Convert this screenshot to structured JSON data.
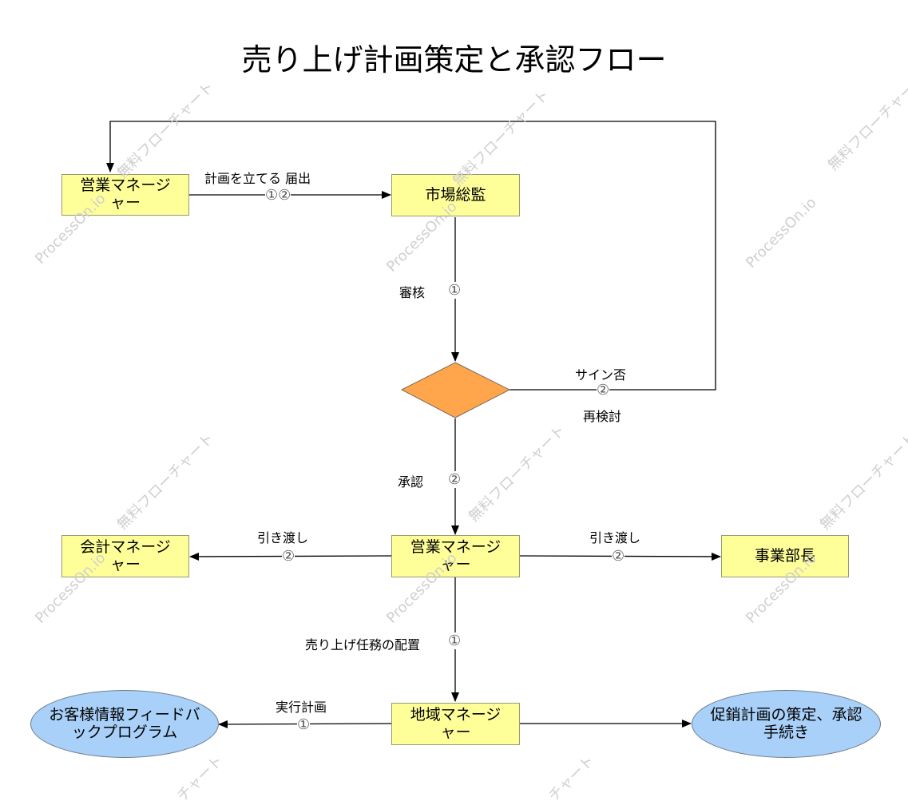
{
  "title": "売り上げ計画策定と承認フロー",
  "colors": {
    "process": "#ffff99",
    "decision": "#ffa64d",
    "terminal": "#a8d0f8"
  },
  "nodes": {
    "sales_manager_top": "営業マネージャー",
    "market_director": "市場総監",
    "accounting_manager": "会計マネージャー",
    "sales_manager_mid": "営業マネージャー",
    "business_head": "事業部長",
    "regional_manager": "地域マネージャー",
    "customer_feedback": "お客様情報フィードバックプログラム",
    "promotion_plan": "促銷計画の策定、承認手続き"
  },
  "edges": {
    "plan_submit": "計画を立てる 届出",
    "plan_submit_num": "①②",
    "review": "審核",
    "review_num": "①",
    "reject_top": "サイン否",
    "reject_num": "②",
    "reject_bottom": "再検討",
    "approve": "承認",
    "approve_num": "②",
    "handover_left": "引き渡し",
    "handover_left_num": "②",
    "handover_right": "引き渡し",
    "handover_right_num": "②",
    "assign": "売り上げ任務の配置",
    "assign_num": "①",
    "execute": "実行計画",
    "execute_num": "①"
  },
  "watermarks": {
    "brand": "ProcessOn.io",
    "free": "無料フローチャート",
    "chart_tail": "チャート"
  }
}
